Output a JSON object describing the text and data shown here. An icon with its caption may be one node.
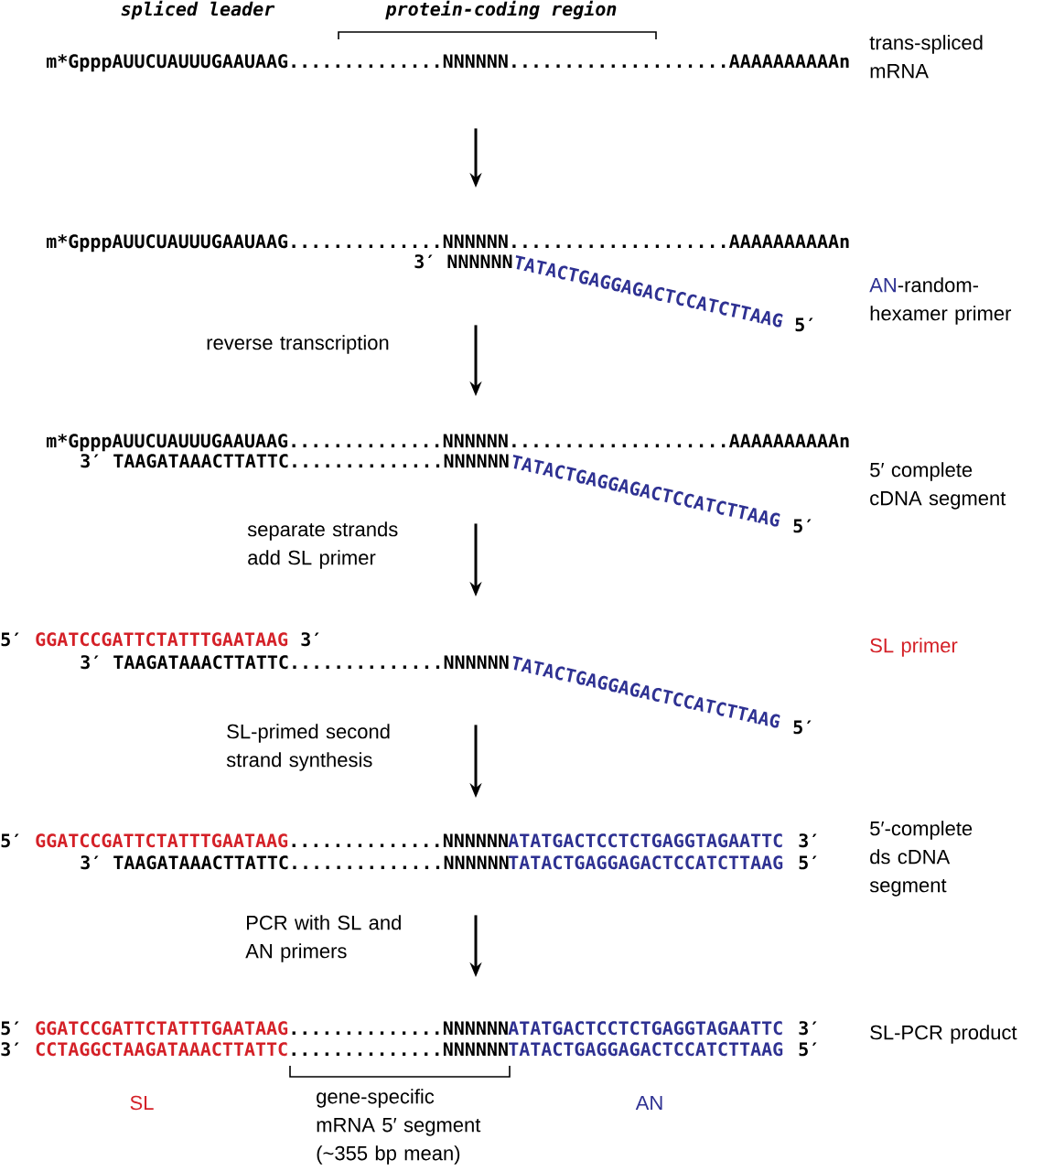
{
  "diagram": {
    "nodes": [
      {
        "text": [
          "m*GpppAUUCUAUUUGAAUAAG..............NNNNNN....................AAAAAAAAAAn"
        ],
        "beside": [
          "trans-spliced mRNA"
        ]
      },
      {
        "text": [
          "m*GpppAUUCUAUUUGAAUAAG..............NNNNNN....................AAAAAAAAAAn",
          "3′ NNNNNN",
          "TATACTGAGGAGACTCCATCTTAAG",
          "5′"
        ],
        "beside": [
          "AN",
          "-random-hexamer primer"
        ]
      },
      {
        "text": [
          "m*GpppAUUCUAUUUGAAUAAG..............NNNNNN....................AAAAAAAAAAn",
          "3′ TAAGATAAACTTATTC..............NNNNNN",
          "TATACTGAGGAGACTCCATCTTAAG",
          "5′"
        ],
        "beside": [
          "5′ complete cDNA segment"
        ]
      },
      {
        "text": [
          "5′",
          "GGATCCGATTCTATTTGAATAAG",
          "3′",
          "3′ TAAGATAAACTTATTC..............NNNNNN",
          "TATACTGAGGAGACTCCATCTTAAG",
          "5′"
        ],
        "beside": [
          "SL primer"
        ]
      },
      {
        "text": [
          "5′",
          "GGATCCGATTCTATTTGAATAAG",
          "..............NNNNNN",
          "ATATGACTCCTCTGAGGTAGAATTC",
          "3′",
          "3′ TAAGATAAACTTATTC..............NNNNNN",
          "TATACTGAGGAGACTCCATCTTAAG",
          "5′"
        ],
        "beside": [
          "5′-complete ds cDNA segment"
        ]
      },
      {
        "text": [
          "5′",
          "GGATCCGATTCTATTTGAATAAG",
          "..............NNNNNN",
          "ATATGACTCCTCTGAGGTAGAATTC",
          "3′",
          "3′",
          "CCTAGGCTAAGATAAACTTATTC",
          "..............NNNNNN",
          "TATACTGAGGAGACTCCATCTTAAG",
          "5′"
        ],
        "beside": [
          "SL-PCR product"
        ]
      }
    ],
    "edges": [
      {
        "from": 0,
        "to": 1,
        "arrow": "to"
      },
      {
        "from": 1,
        "to": 2,
        "arrow": "to",
        "label": "reverse transcription"
      },
      {
        "from": 2,
        "to": 3,
        "arrow": "to",
        "label": "separate strands add SL primer"
      },
      {
        "from": 3,
        "to": 4,
        "arrow": "to",
        "label": "SL-primed second strand synthesis"
      },
      {
        "from": 4,
        "to": 5,
        "arrow": "to",
        "label": "PCR with SL and AN primers"
      }
    ],
    "labels": [
      "spliced leader",
      "protein-coding region",
      "SL",
      "gene-specific mRNA 5′ segment (~355 bp mean)",
      "AN"
    ]
  }
}
